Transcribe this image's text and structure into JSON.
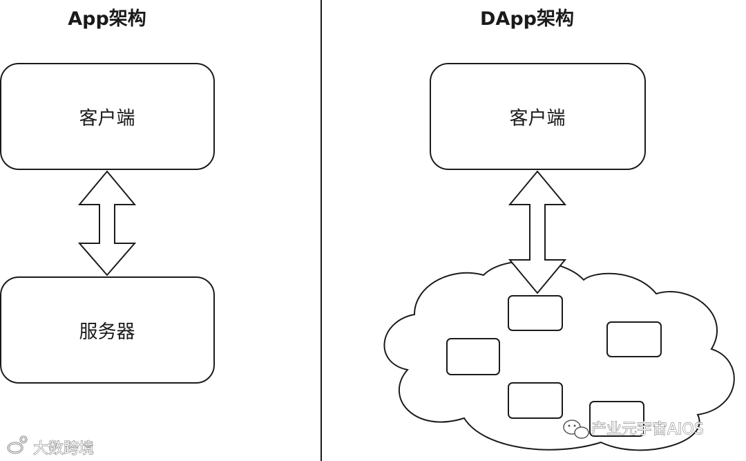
{
  "left_panel": {
    "title": "App架构",
    "client_label": "客户端",
    "server_label": "服务器"
  },
  "right_panel": {
    "title": "DApp架构",
    "client_label": "客户端",
    "network_node_count": 5
  },
  "watermarks": {
    "bottom_left": "大数跨境",
    "bottom_right": "产业元宇宙AIOS"
  },
  "colors": {
    "stroke": "#1a1a1a",
    "background": "#ffffff"
  }
}
